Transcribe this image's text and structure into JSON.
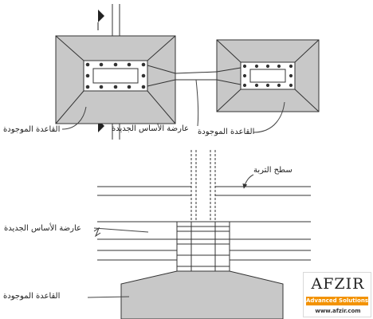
{
  "labels": {
    "plan_existing_left": "القاعدة الموجودة",
    "plan_new_beam": "عارضة الأساس الجديدة",
    "plan_existing_right": "القاعدة الموجودة",
    "ground_surface": "سطح التربة",
    "section_new_beam": "عارضة الأساس الجديدة",
    "section_existing": "القاعدة الموجودة"
  },
  "logo": {
    "name": "AFZIR",
    "tagline": "Advanced Solutions",
    "url": "www.afzir.com"
  },
  "colors": {
    "footing_fill": "#c8c8c8",
    "line": "#333333",
    "logo_accent": "#f39200"
  }
}
